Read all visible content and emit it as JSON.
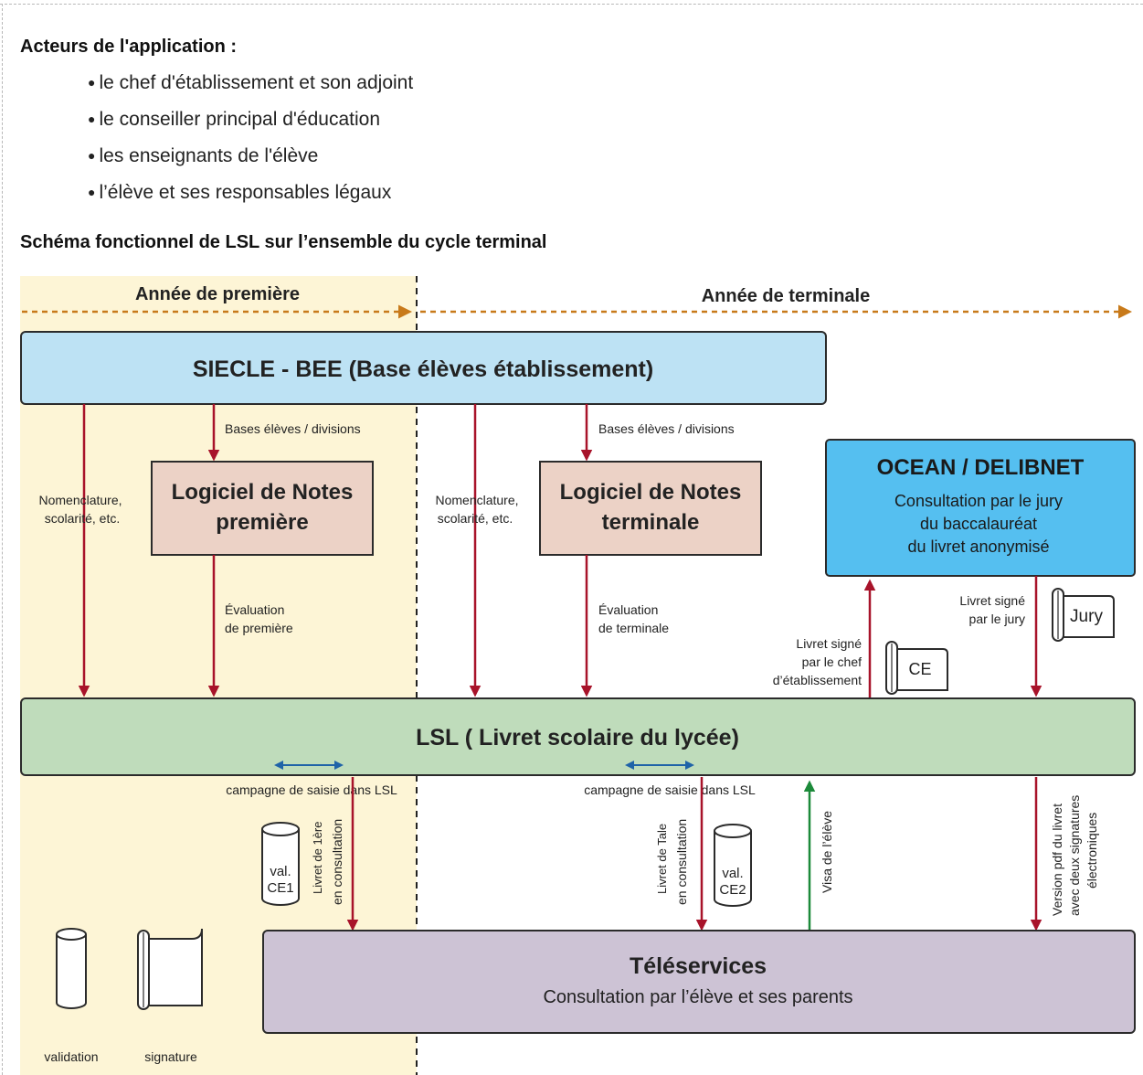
{
  "intro": {
    "heading": "Acteurs de l'application :",
    "actors": [
      "le chef d'établissement et son adjoint",
      "le conseiller principal d'éducation",
      "les enseignants de l'élève",
      "l’élève et ses responsables légaux"
    ]
  },
  "schema": {
    "heading": "Schéma fonctionnel de LSL sur l’ensemble du cycle terminal"
  },
  "diagram": {
    "colors": {
      "premiere_band": "#fdf5d6",
      "siecle": "#bde2f4",
      "notes": "#ecd2c6",
      "ocean": "#55bff0",
      "lsl": "#bfdcbb",
      "teleservices": "#cdc3d5",
      "red_arrow": "#a8132a",
      "green_arrow": "#1c8a3a",
      "blue_arrow": "#1f63a8",
      "timeline": "#c87a1a"
    },
    "timeline": {
      "premiere": "Année de première",
      "terminale": "Année de terminale"
    },
    "siecle": {
      "label": "SIECLE - BEE (Base élèves établissement)"
    },
    "notes_premiere": {
      "line1": "Logiciel de Notes",
      "line2": "première"
    },
    "notes_terminale": {
      "line1": "Logiciel de Notes",
      "line2": "terminale"
    },
    "ocean": {
      "title": "OCEAN / DELIBNET",
      "line1": "Consultation par le jury",
      "line2": "du baccalauréat",
      "line3": "du livret anonymisé"
    },
    "lsl": {
      "label": "LSL ( Livret scolaire du lycée)"
    },
    "teleservices": {
      "title": "Téléservices",
      "subtitle": "Consultation par l’élève et ses parents"
    },
    "labels": {
      "bases1": "Bases élèves / divisions",
      "bases2": "Bases élèves / divisions",
      "nomen1_l1": "Nomenclature,",
      "nomen1_l2": "scolarité, etc.",
      "nomen2_l1": "Nomenclature,",
      "nomen2_l2": "scolarité, etc.",
      "eval1_l1": "Évaluation",
      "eval1_l2": "de première",
      "eval2_l1": "Évaluation",
      "eval2_l2": "de terminale",
      "signed_ce_l1": "Livret signé",
      "signed_ce_l2": "par le chef",
      "signed_ce_l3": "d’établissement",
      "signed_jury_l1": "Livret signé",
      "signed_jury_l2": "par le jury",
      "campagne1": "campagne de saisie dans LSL",
      "campagne2": "campagne de saisie dans LSL",
      "livret1_l1": "Livret de  1ère",
      "livret1_l2": "en consultation",
      "livret2_l1": "Livret de  Tale",
      "livret2_l2": "en consultation",
      "visa": "Visa de l’élève",
      "pdf_l1": "Version pdf du livret",
      "pdf_l2": "avec deux signatures",
      "pdf_l3": "électroniques"
    },
    "icons": {
      "ce_scroll": "CE",
      "jury_scroll": "Jury",
      "val_ce1_l1": "val.",
      "val_ce1_l2": "CE1",
      "val_ce2_l1": "val.",
      "val_ce2_l2": "CE2"
    },
    "legend": {
      "validation": "validation",
      "signature": "signature"
    }
  }
}
